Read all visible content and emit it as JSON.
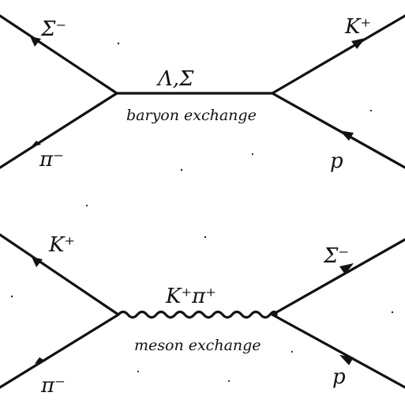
{
  "diagrams": [
    {
      "exchange_label": "Λ,Σ",
      "caption": "baryon exchange",
      "particles": {
        "top_left": "Σ⁻",
        "bottom_left": "π⁻",
        "top_right": "K⁺",
        "bottom_right": "p"
      }
    },
    {
      "exchange_label": "K⁺π⁺",
      "caption": "meson exchange",
      "particles": {
        "top_left": "K⁺",
        "bottom_left": "π⁻",
        "top_right": "Σ⁻",
        "bottom_right": "p"
      }
    }
  ]
}
